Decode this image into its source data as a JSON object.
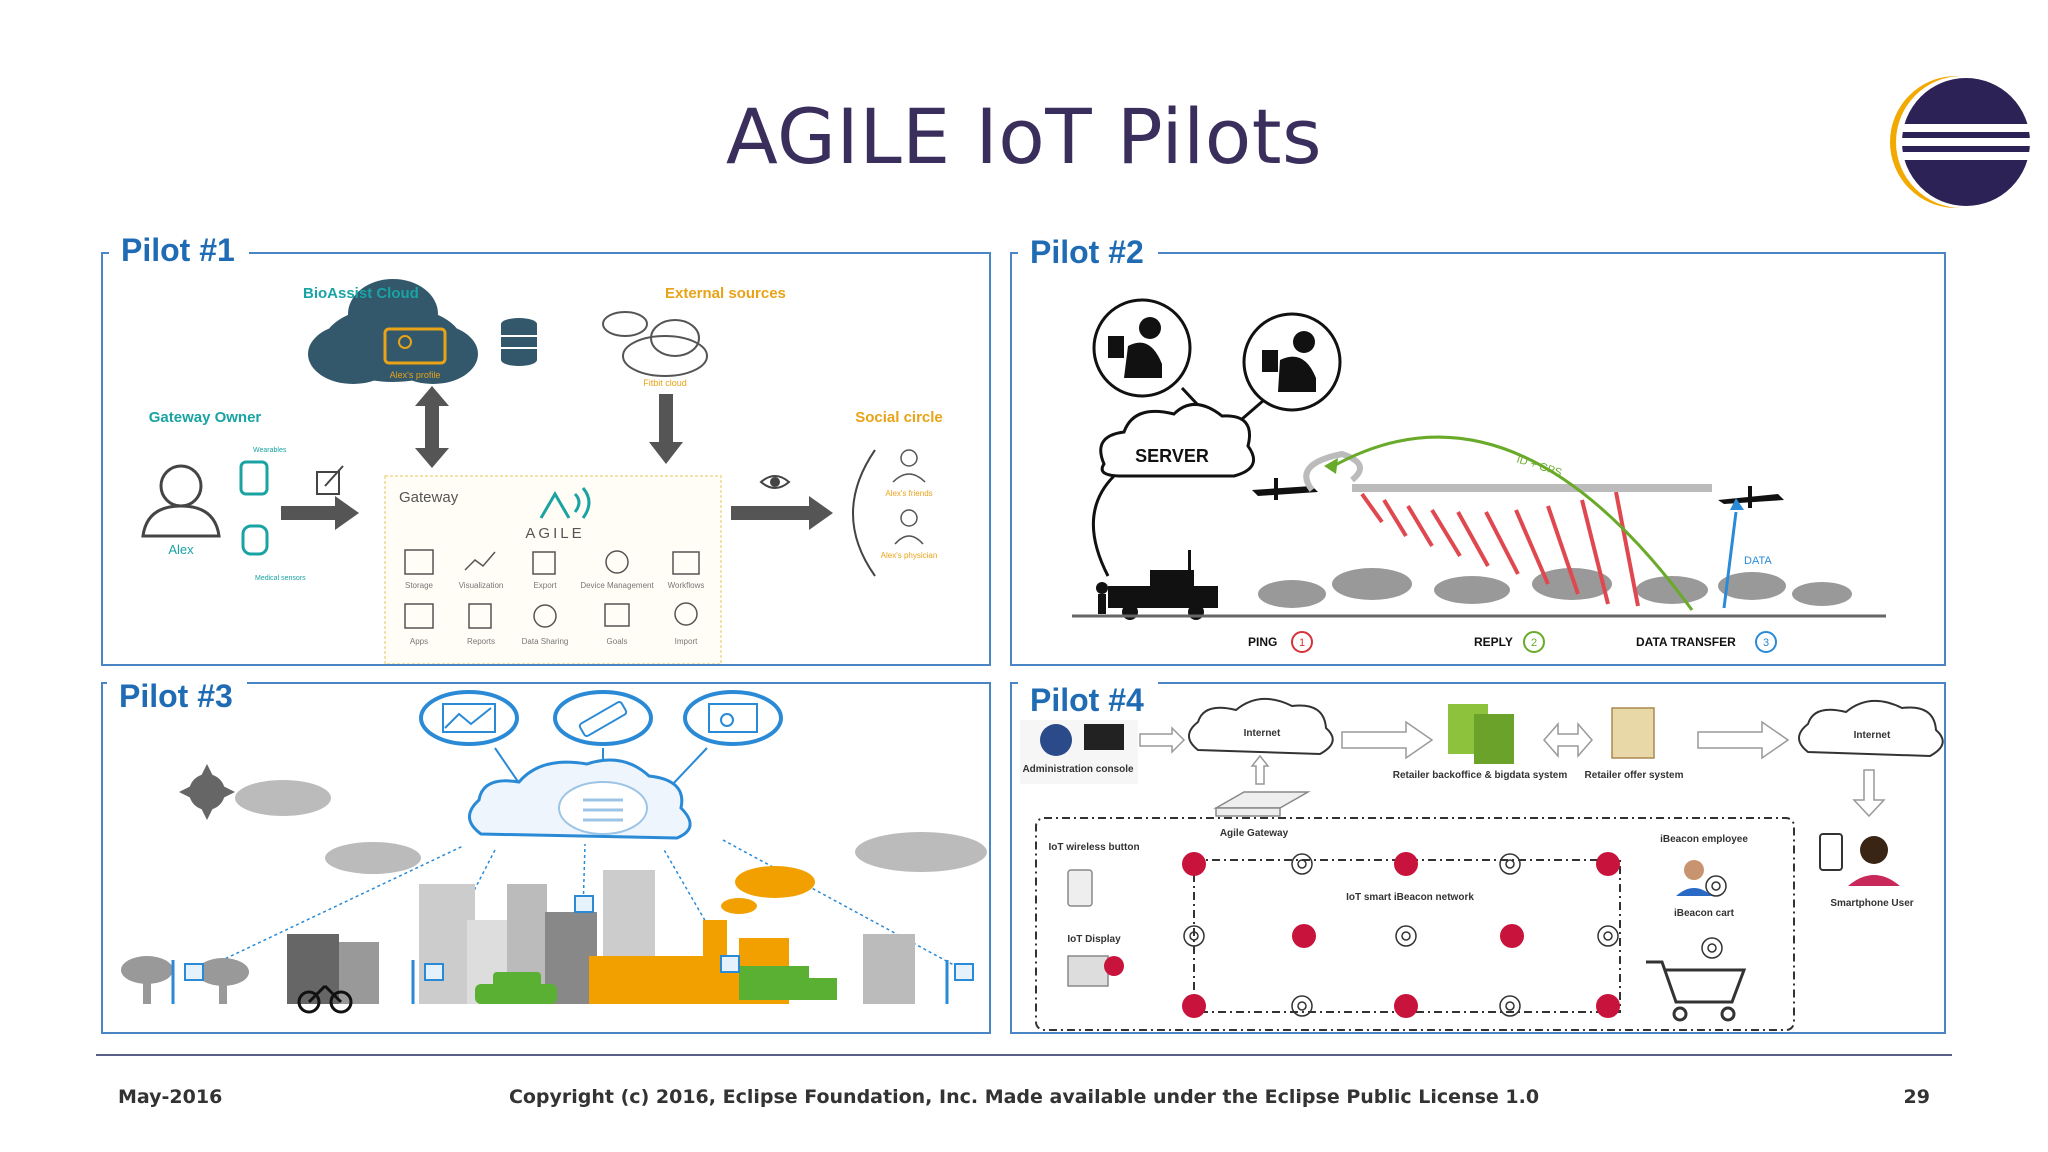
{
  "slide": {
    "title": "AGILE IoT Pilots"
  },
  "colors": {
    "title": "#3a2f5c",
    "label_blue": "#1f6cb4",
    "panel_border": "#4a86c6",
    "accent_yellow": "#e8a317",
    "teal": "#1aa3a3",
    "server_red": "#d6323a",
    "arrow_green": "#6aaa2a"
  },
  "logo": {
    "icon": "eclipse-logo-icon"
  },
  "pilot1": {
    "label": "Pilot #1",
    "bioassist_cloud": "BioAssist Cloud",
    "alex_profile": "Alex's profile",
    "external_sources": "External sources",
    "fitbit_cloud": "Fitbit cloud",
    "gateway_owner": "Gateway Owner",
    "wearables": "Wearables",
    "medical_sensors": "Medical sensors",
    "alex": "Alex",
    "gateway": "Gateway",
    "agile": "AGILE",
    "social_circle": "Social circle",
    "alex_friends": "Alex's friends",
    "alex_physician": "Alex's physician",
    "modules": [
      {
        "label": "Storage",
        "icon": "database-icon"
      },
      {
        "label": "Visualization",
        "icon": "chart-icon"
      },
      {
        "label": "Export",
        "icon": "export-icon"
      },
      {
        "label": "Device Management",
        "icon": "gear-icon"
      },
      {
        "label": "Workflows",
        "icon": "workflow-icon"
      },
      {
        "label": "Apps",
        "icon": "apps-icon"
      },
      {
        "label": "Reports",
        "icon": "report-icon"
      },
      {
        "label": "Data Sharing",
        "icon": "share-icon"
      },
      {
        "label": "Goals",
        "icon": "goal-icon"
      },
      {
        "label": "Import",
        "icon": "import-icon"
      }
    ]
  },
  "pilot2": {
    "label": "Pilot #2",
    "server": "SERVER",
    "id_gps": "ID + GPS",
    "data": "DATA",
    "ping": "PING",
    "ping_num": "1",
    "reply": "REPLY",
    "reply_num": "2",
    "data_transfer": "DATA TRANSFER",
    "data_transfer_num": "3"
  },
  "pilot3": {
    "label": "Pilot #3"
  },
  "pilot4": {
    "label": "Pilot #4",
    "internet_left": "Internet",
    "internet_right": "Internet",
    "admin_console": "Administration console",
    "retailer_backoffice": "Retailer backoffice & bigdata system",
    "retailer_offer": "Retailer offer system",
    "agile_gateway": "Agile Gateway",
    "iot_button": "IoT wireless button",
    "iot_display": "IoT Display",
    "ibeacon_network": "IoT smart iBeacon network",
    "ibeacon_employee": "iBeacon employee",
    "ibeacon_cart": "iBeacon cart",
    "smartphone_user": "Smartphone User"
  },
  "footer": {
    "date": "May-2016",
    "copyright": "Copyright (c) 2016, Eclipse Foundation, Inc. Made available under the Eclipse Public License 1.0",
    "page": "29"
  }
}
